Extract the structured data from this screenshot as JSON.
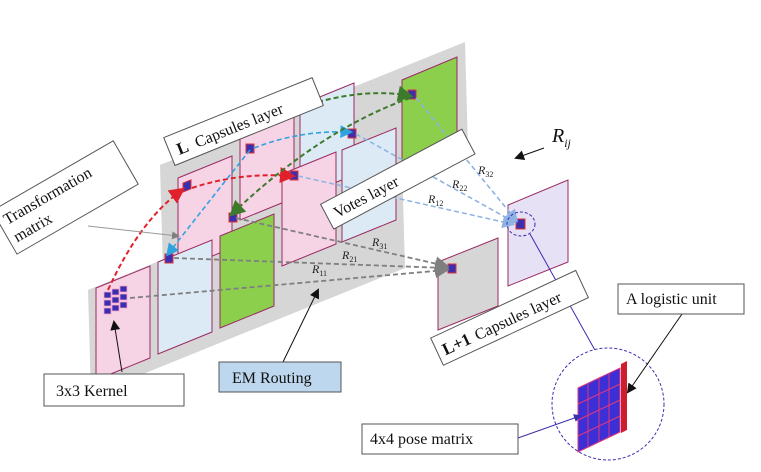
{
  "labels": {
    "l_layer_bold": "L",
    "l_layer_text": "Capsules layer",
    "transformation": "Transformation",
    "matrix": "matrix",
    "votes": "Votes layer",
    "l1_bold": "L+1",
    "l1_text": "Capsules layer",
    "logistic": "A logistic unit",
    "kernel": "3x3 Kernel",
    "em": "EM Routing",
    "pose": "4x4 pose matrix",
    "r_main": "R",
    "r_main_sub": "ij",
    "r32": "R",
    "r32_sub": "32",
    "r22": "R",
    "r22_sub": "22",
    "r12": "R",
    "r12_sub": "12",
    "r31": "R",
    "r31_sub": "31",
    "r21": "R",
    "r21_sub": "21",
    "r11": "R",
    "r11_sub": "11"
  },
  "colors": {
    "pink": "#f7d3e6",
    "light_blue": "#dbeaf5",
    "green": "#8ccf4d",
    "gray_panel": "#d6d6d6",
    "lavender": "#e7e1f5",
    "frame": "#9b2a62",
    "red_arrow": "#e0202a",
    "blue_arrow": "#2ea3e0",
    "green_arrow": "#3d7a2b",
    "gray_arrow": "#7f7f7f",
    "light_blue_arrow": "#8fb4e3",
    "em_fill": "#bcd7ee",
    "pose_fill": "#3c2fd6"
  }
}
